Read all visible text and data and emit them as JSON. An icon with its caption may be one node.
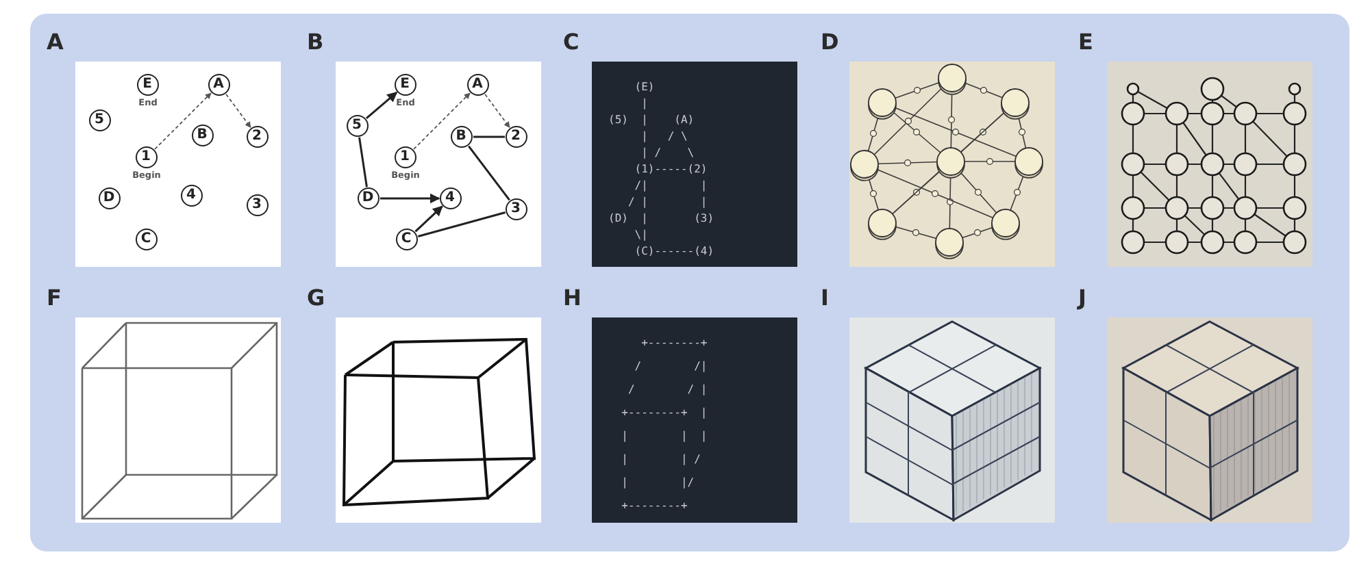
{
  "diagram": {
    "nodes": [
      {
        "text": [
          "A"
        ]
      },
      {
        "text": [
          "E"
        ],
        "in": 0,
        "beside": [
          "End"
        ]
      },
      {
        "text": [
          "A"
        ],
        "in": 0
      },
      {
        "text": [
          "5"
        ],
        "in": 0
      },
      {
        "text": [
          "B"
        ],
        "in": 0
      },
      {
        "text": [
          "2"
        ],
        "in": 0
      },
      {
        "text": [
          "1"
        ],
        "in": 0,
        "beside": [
          "Begin"
        ]
      },
      {
        "text": [
          "D"
        ],
        "in": 0
      },
      {
        "text": [
          "4"
        ],
        "in": 0
      },
      {
        "text": [
          "3"
        ],
        "in": 0
      },
      {
        "text": [
          "C"
        ],
        "in": 0
      },
      {
        "text": [
          "B"
        ]
      },
      {
        "text": [
          "E"
        ],
        "in": 11,
        "beside": [
          "End"
        ]
      },
      {
        "text": [
          "A"
        ],
        "in": 11
      },
      {
        "text": [
          "5"
        ],
        "in": 11
      },
      {
        "text": [
          "B"
        ],
        "in": 11
      },
      {
        "text": [
          "2"
        ],
        "in": 11
      },
      {
        "text": [
          "1"
        ],
        "in": 11,
        "beside": [
          "Begin"
        ]
      },
      {
        "text": [
          "D"
        ],
        "in": 11
      },
      {
        "text": [
          "4"
        ],
        "in": 11
      },
      {
        "text": [
          "3"
        ],
        "in": 11
      },
      {
        "text": [
          "C"
        ],
        "in": 11
      },
      {
        "text": [
          "C"
        ]
      },
      {
        "text": [
          "D"
        ]
      },
      {
        "text": [
          "E"
        ]
      },
      {
        "text": [
          "F"
        ]
      },
      {
        "text": [
          "G"
        ]
      },
      {
        "text": [
          "H"
        ]
      },
      {
        "text": [
          "I"
        ]
      },
      {
        "text": [
          "J"
        ]
      }
    ],
    "edges": [
      {
        "from": 6,
        "to": 2,
        "arrow": "to",
        "style": "dashed"
      },
      {
        "from": 2,
        "to": 5,
        "arrow": "to",
        "style": "dashed"
      },
      {
        "from": 14,
        "to": 12,
        "arrow": "to"
      },
      {
        "from": 17,
        "to": 13,
        "arrow": "to",
        "style": "dashed"
      },
      {
        "from": 13,
        "to": 16,
        "arrow": "to",
        "style": "dashed"
      },
      {
        "from": 15,
        "to": 16,
        "arrow": "none"
      },
      {
        "from": 14,
        "to": 18,
        "arrow": "none"
      },
      {
        "from": 18,
        "to": 19,
        "arrow": "to"
      },
      {
        "from": 15,
        "to": 20,
        "arrow": "none"
      },
      {
        "from": 21,
        "to": 19,
        "arrow": "to"
      },
      {
        "from": 21,
        "to": 20,
        "arrow": "none"
      }
    ],
    "labels": [
      "    (E)",
      "     |",
      "(5)  |    (A)",
      "     |   / \\",
      "     | /    \\",
      "    (1)-----(2)",
      "    /|        |",
      "   / |        |",
      "(D)  |       (3)",
      "    \\|",
      "    (C)------(4)",
      "     +--------+",
      "    /        /|",
      "   /        / |",
      "  +--------+  |",
      "  |        |  |",
      "  |        | /",
      "  |        |/",
      "  +--------+"
    ]
  }
}
